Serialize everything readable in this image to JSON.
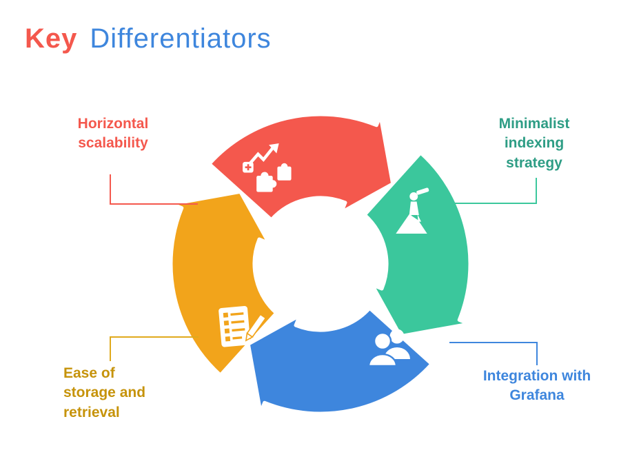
{
  "title": {
    "word1": "Key",
    "word2": "Differentiators"
  },
  "colors": {
    "red": "#F4584D",
    "teal": "#3BC79C",
    "blue": "#3E86DD",
    "orange": "#F2A41B",
    "teal_text": "#2E9D85",
    "orange_text": "#C6930A"
  },
  "items": [
    {
      "id": "horizontal-scalability",
      "label": "Horizontal scalability",
      "icon": "puzzle-growth-icon"
    },
    {
      "id": "minimalist-indexing-strategy",
      "label": "Minimalist indexing strategy",
      "icon": "telescope-explorer-icon"
    },
    {
      "id": "integration-with-grafana",
      "label": "Integration with Grafana",
      "icon": "team-people-icon"
    },
    {
      "id": "ease-of-storage-and-retrieval",
      "label": "Ease of storage and retrieval",
      "icon": "checklist-pencil-icon"
    }
  ]
}
